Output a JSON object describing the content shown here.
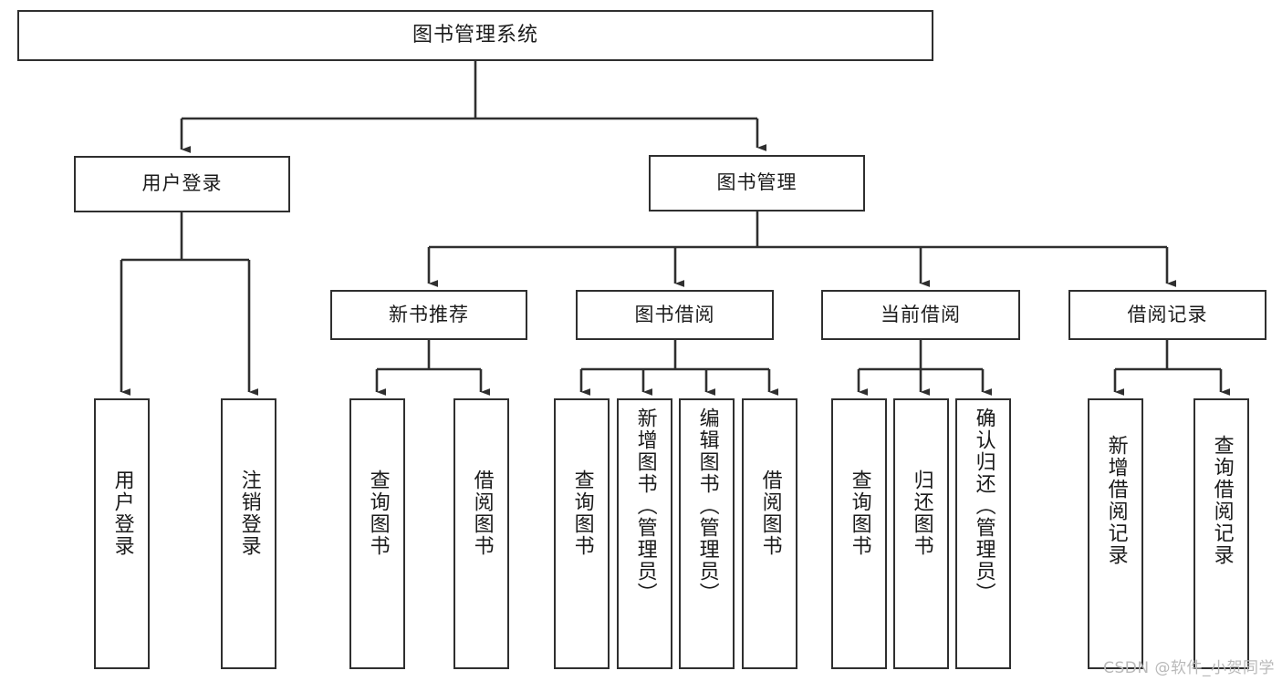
{
  "diagram": {
    "title": "图书管理系统",
    "type": "hierarchy-tree",
    "watermark": "CSDN @软件_小贺同学",
    "colors": {
      "border": "#2f2f2f",
      "background": "#ffffff",
      "text": "#1b1b1b",
      "watermark": "#b9b9b9"
    },
    "levels": {
      "level1": [
        {
          "id": "root",
          "label": "图书管理系统"
        }
      ],
      "level2": [
        {
          "id": "user-login",
          "label": "用户登录"
        },
        {
          "id": "book-manage",
          "label": "图书管理"
        }
      ],
      "level3": [
        {
          "id": "new-book-rec",
          "label": "新书推荐",
          "parent": "book-manage"
        },
        {
          "id": "book-borrow",
          "label": "图书借阅",
          "parent": "book-manage"
        },
        {
          "id": "current-borrow",
          "label": "当前借阅",
          "parent": "book-manage"
        },
        {
          "id": "borrow-record",
          "label": "借阅记录",
          "parent": "book-manage"
        }
      ],
      "level4": [
        {
          "id": "leaf-user-login",
          "label": "用户登录",
          "parent": "user-login"
        },
        {
          "id": "leaf-logout",
          "label": "注销登录",
          "parent": "user-login"
        },
        {
          "id": "leaf-query-book-1",
          "label": "查询图书",
          "parent": "new-book-rec"
        },
        {
          "id": "leaf-borrow-book-1",
          "label": "借阅图书",
          "parent": "new-book-rec"
        },
        {
          "id": "leaf-query-book-2",
          "label": "查询图书",
          "parent": "book-borrow"
        },
        {
          "id": "leaf-add-book",
          "label": "新增图书（管理员）",
          "parent": "book-borrow"
        },
        {
          "id": "leaf-edit-book",
          "label": "编辑图书（管理员）",
          "parent": "book-borrow"
        },
        {
          "id": "leaf-borrow-book-2",
          "label": "借阅图书",
          "parent": "book-borrow"
        },
        {
          "id": "leaf-query-book-3",
          "label": "查询图书",
          "parent": "current-borrow"
        },
        {
          "id": "leaf-return-book",
          "label": "归还图书",
          "parent": "current-borrow"
        },
        {
          "id": "leaf-confirm-return",
          "label": "确认归还（管理员）",
          "parent": "current-borrow"
        },
        {
          "id": "leaf-add-record",
          "label": "新增借阅记录",
          "parent": "borrow-record"
        },
        {
          "id": "leaf-query-record",
          "label": "查询借阅记录",
          "parent": "borrow-record"
        }
      ]
    }
  }
}
